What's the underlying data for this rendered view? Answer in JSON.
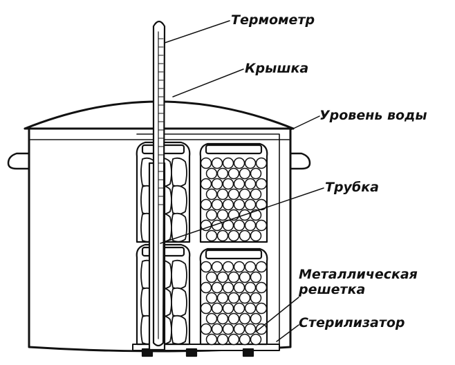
{
  "diagram": {
    "labels": {
      "thermometer": "Термометр",
      "lid": "Крышка",
      "water_level": "Уровень воды",
      "tube": "Трубка",
      "grate_line1": "Металлическая",
      "grate_line2": "решетка",
      "sterilizer": "Стерилизатор"
    }
  }
}
